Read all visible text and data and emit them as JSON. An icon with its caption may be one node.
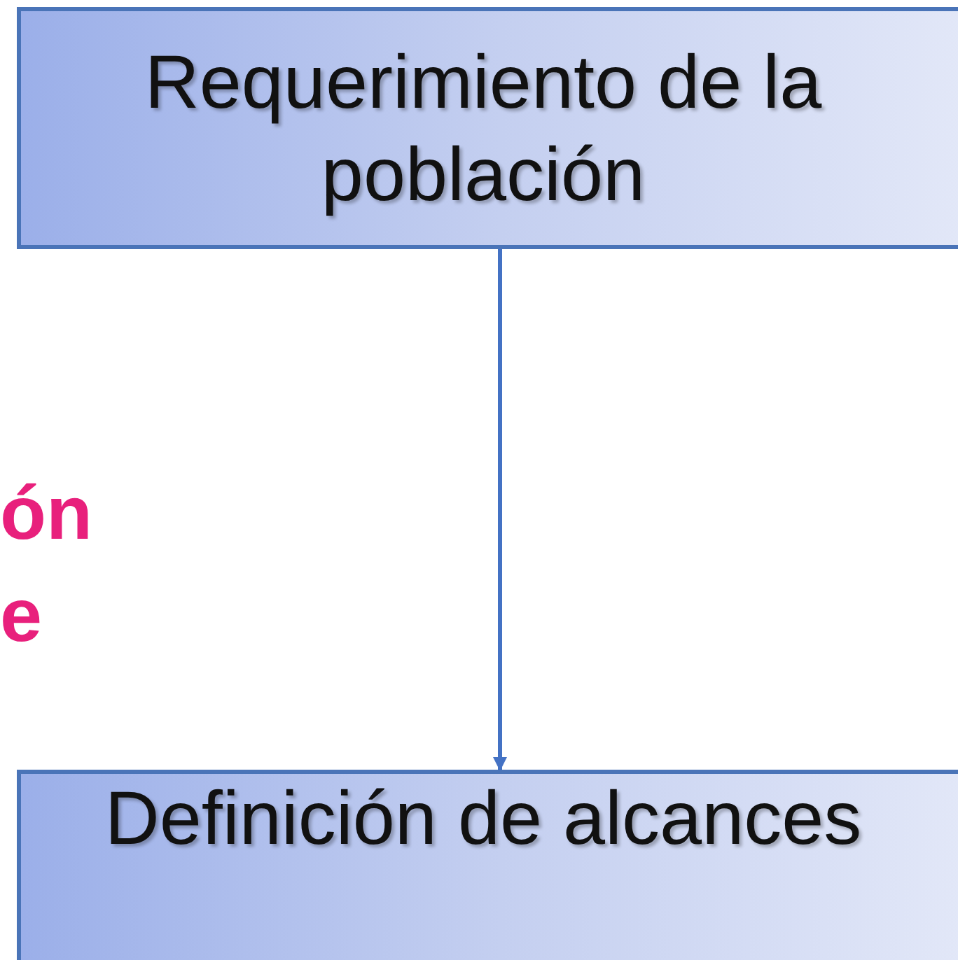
{
  "diagram": {
    "nodes": [
      {
        "text": [
          "Requerimiento de la población"
        ]
      },
      {
        "text": [
          "Definición de alcances"
        ]
      }
    ],
    "edges": [
      {
        "from": 0,
        "to": 1,
        "arrow": "to"
      }
    ],
    "labels": [
      "ón",
      "e"
    ]
  }
}
